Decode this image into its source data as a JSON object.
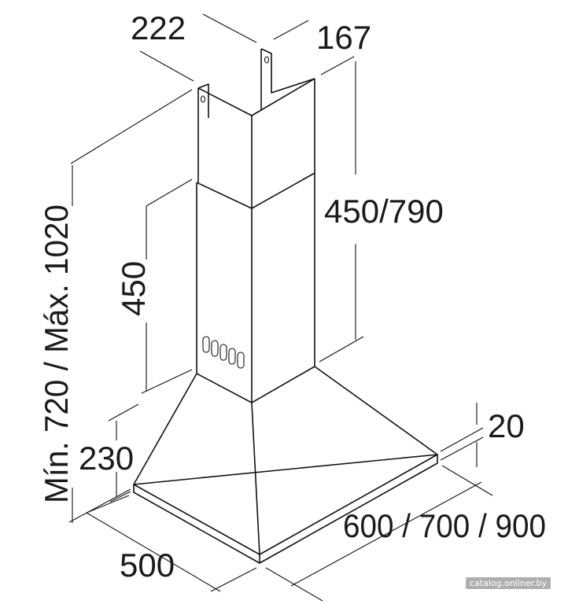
{
  "dimensions": {
    "chimney_width": "222",
    "chimney_depth": "167",
    "chimney_height_range": "450/790",
    "chimney_lower_height": "450",
    "total_height_range": "Mín. 720 / Máx. 1020",
    "canopy_height": "230",
    "canopy_rim": "20",
    "hood_widths": "600 / 700 / 900",
    "hood_depth": "500"
  },
  "watermark": "catalog.onliner.by"
}
